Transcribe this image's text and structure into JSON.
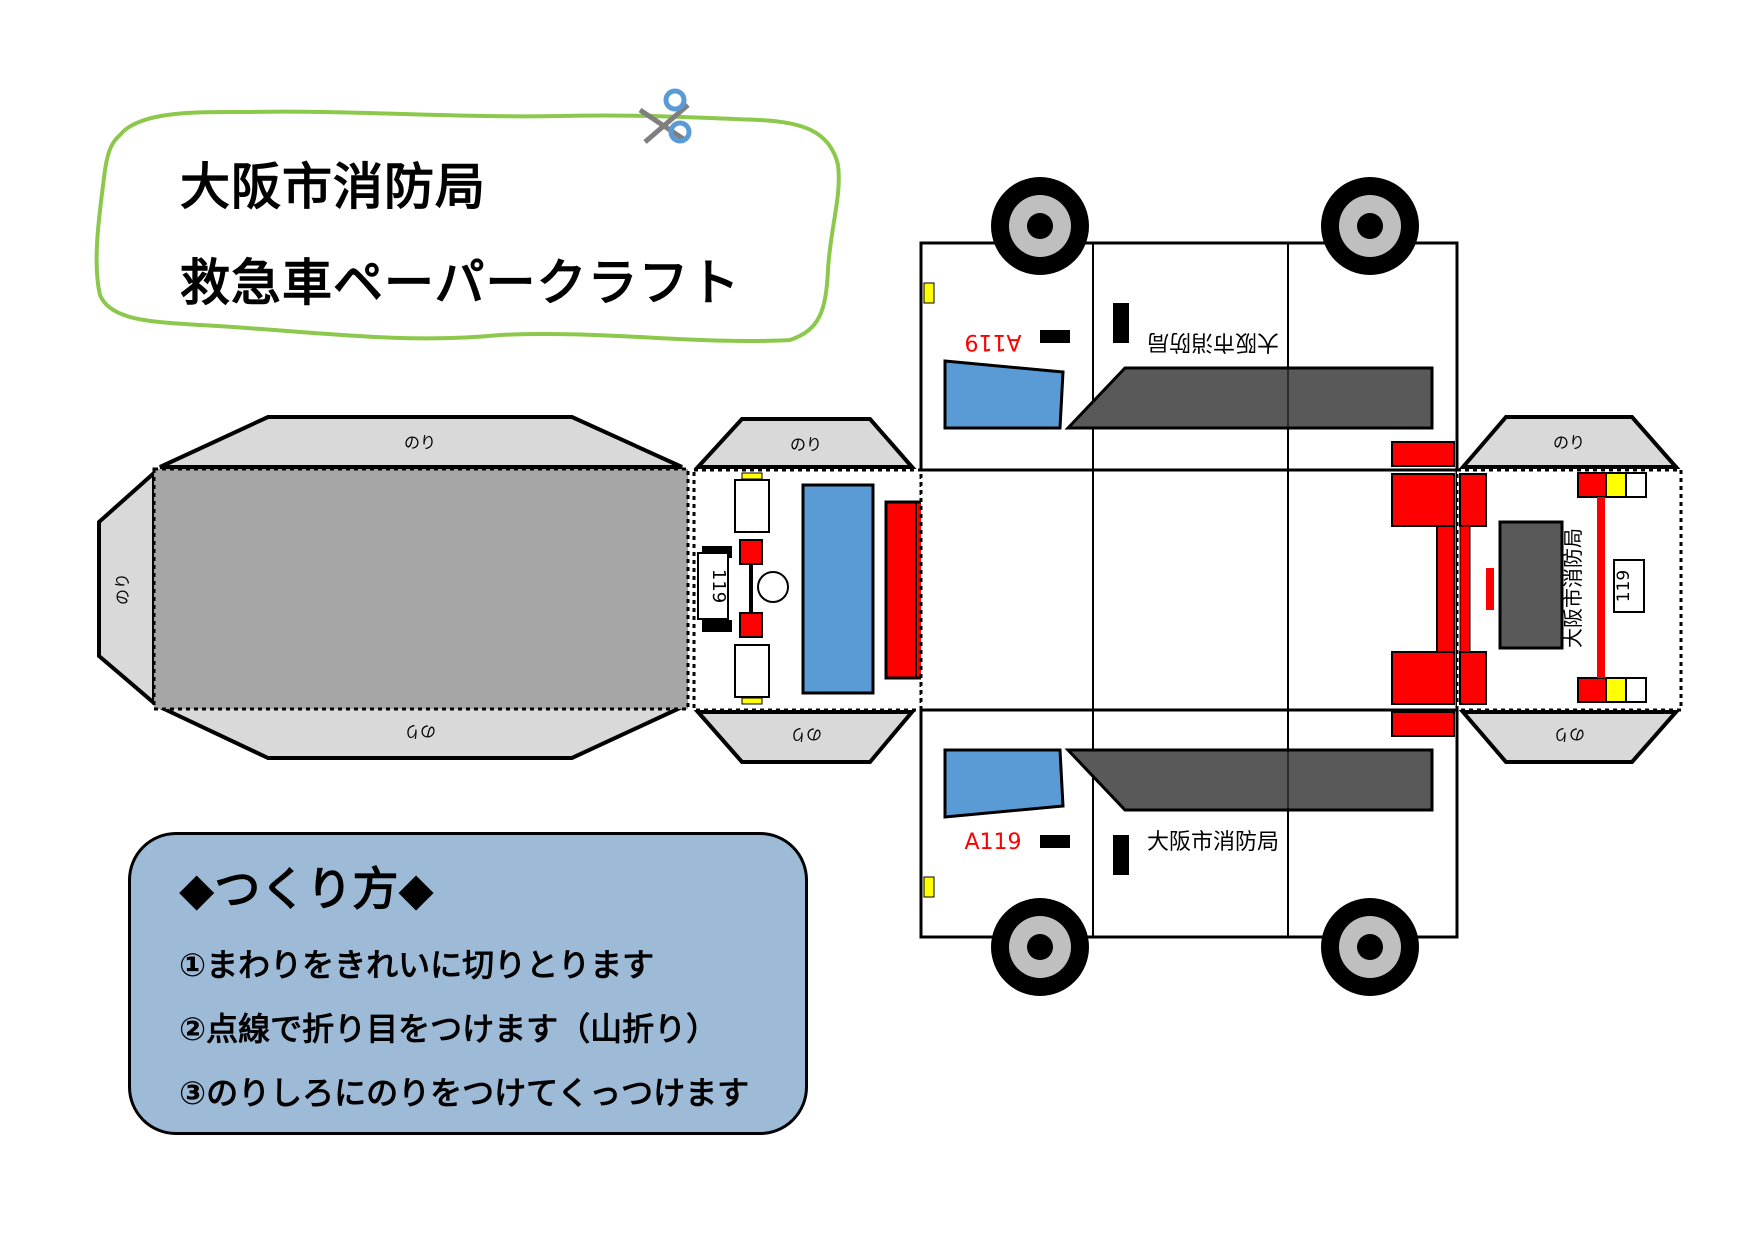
{
  "title": {
    "line1": "大阪市消防局",
    "line2": "救急車ペーパークラフト"
  },
  "howto": {
    "heading": "◆つくり方◆",
    "steps": [
      "①まわりをきれいに切りとります",
      "②点線で折り目をつけます（山折り）",
      "③のりしろにのりをつけてくっつけます"
    ]
  },
  "glue_label": "のり",
  "vehicle": {
    "id_label": "A119",
    "org_label": "大阪市消防局",
    "plate_number": "119"
  },
  "icons": [
    "scissors-icon",
    "wheel-icon"
  ],
  "colors": {
    "title_border": "#8cc84b",
    "howto_bg": "#9dbad7",
    "window_blue": "#5b9bd5",
    "window_gray": "#595959",
    "roof_gray": "#a6a6a6",
    "tab_gray": "#d9d9d9",
    "red": "#ff0000",
    "yellow": "#ffff00",
    "wheel_gray": "#bfbfbf"
  }
}
